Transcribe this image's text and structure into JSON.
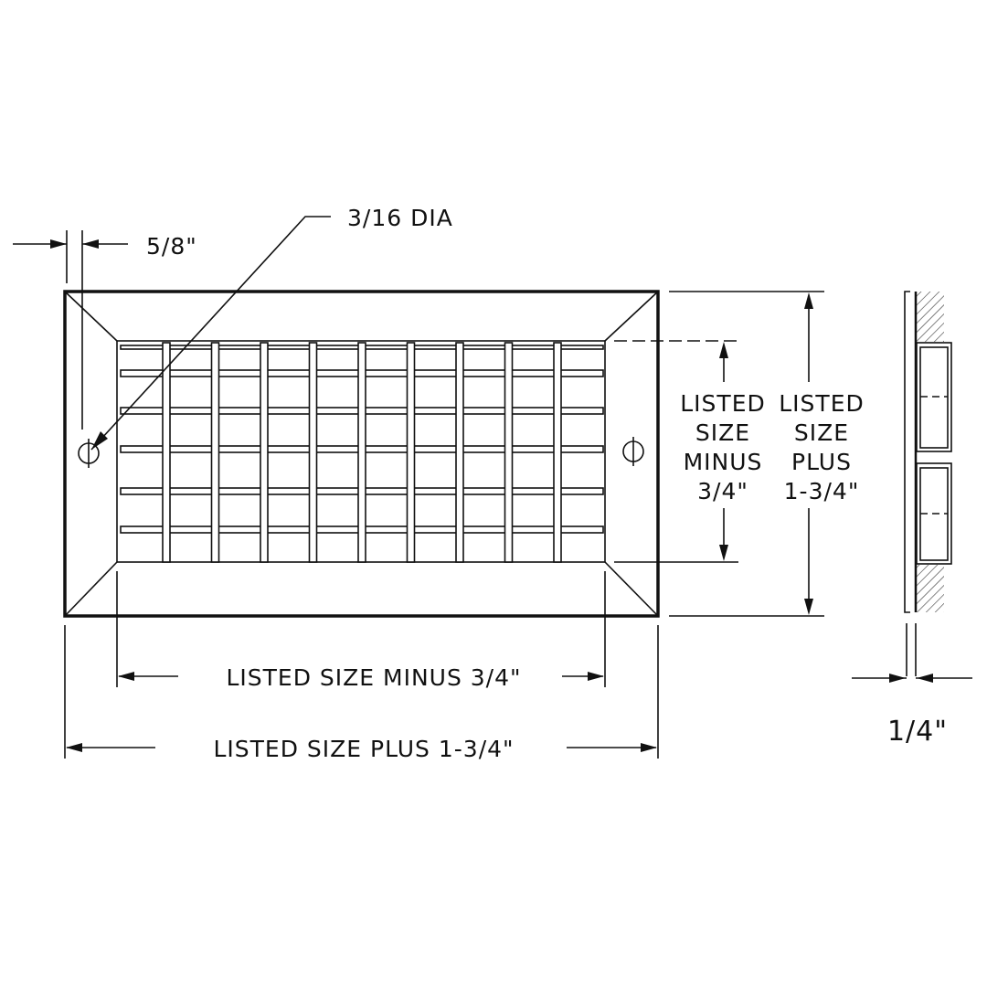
{
  "labels": {
    "hole_offset": "5/8\"",
    "hole_diameter": "3/16 DIA",
    "inner_height": [
      "LISTED",
      "SIZE",
      "MINUS",
      "3/4\""
    ],
    "outer_height": [
      "LISTED",
      "SIZE",
      "PLUS",
      "1-3/4\""
    ],
    "inner_width": "LISTED SIZE MINUS 3/4\"",
    "outer_width": "LISTED SIZE PLUS 1-3/4\"",
    "depth": "1/4\""
  }
}
